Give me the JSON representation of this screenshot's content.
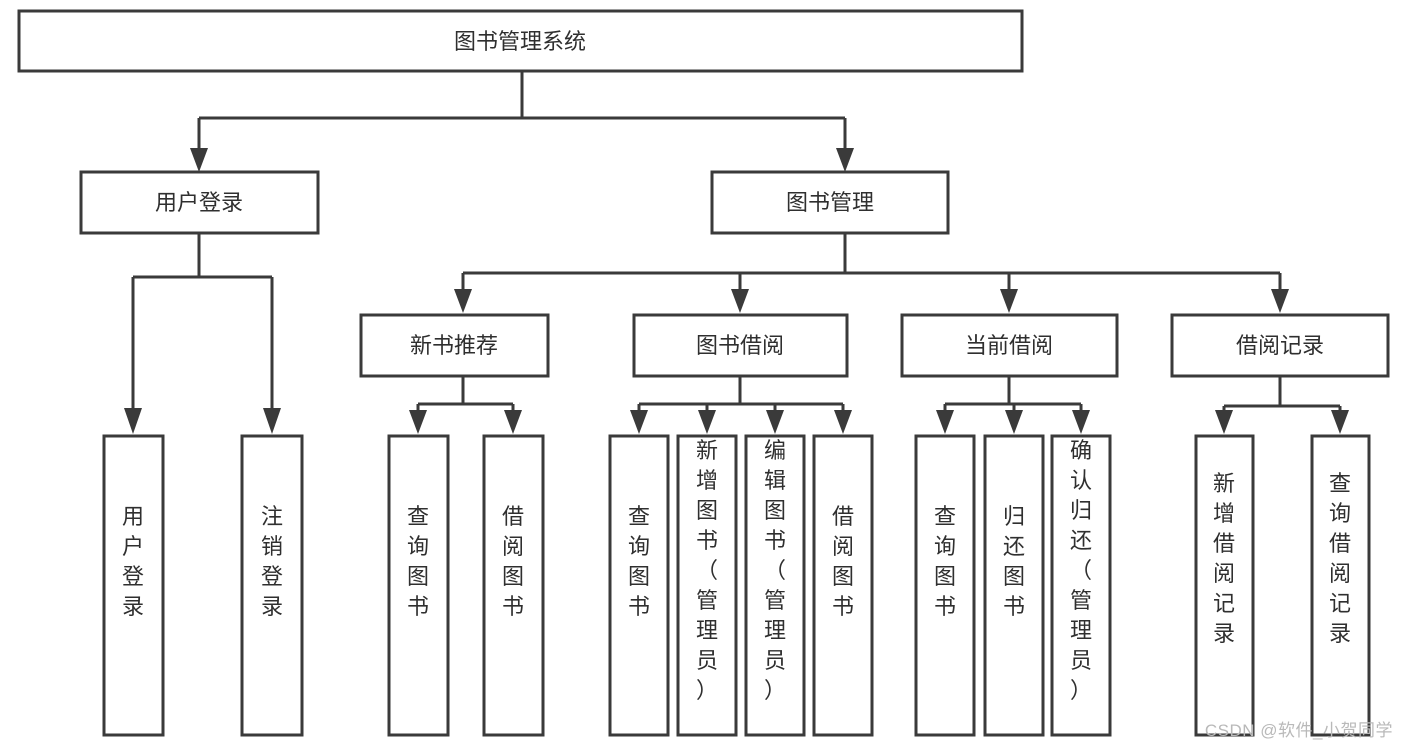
{
  "diagram": {
    "type": "tree",
    "title": "图书管理系统",
    "watermark": "CSDN @软件_小贺同学",
    "colors": {
      "box_stroke": "#3a3a3a",
      "box_fill": "#ffffff",
      "text": "#2f2f2f",
      "connector": "#3a3a3a",
      "watermark": "#b9b9b9",
      "background": "#ffffff"
    },
    "levels": {
      "root": {
        "label": "图书管理系统"
      },
      "level2": [
        {
          "label": "用户登录"
        },
        {
          "label": "图书管理"
        }
      ],
      "level3": [
        {
          "label": "新书推荐"
        },
        {
          "label": "图书借阅"
        },
        {
          "label": "当前借阅"
        },
        {
          "label": "借阅记录"
        }
      ],
      "leaves": [
        {
          "label": "用户登录",
          "parent": "用户登录"
        },
        {
          "label": "注销登录",
          "parent": "用户登录"
        },
        {
          "label": "查询图书",
          "parent": "新书推荐"
        },
        {
          "label": "借阅图书",
          "parent": "新书推荐"
        },
        {
          "label": "查询图书",
          "parent": "图书借阅"
        },
        {
          "label": "新增图书（管理员）",
          "parent": "图书借阅"
        },
        {
          "label": "编辑图书（管理员）",
          "parent": "图书借阅"
        },
        {
          "label": "借阅图书",
          "parent": "图书借阅"
        },
        {
          "label": "查询图书",
          "parent": "当前借阅"
        },
        {
          "label": "归还图书",
          "parent": "当前借阅"
        },
        {
          "label": "确认归还（管理员）",
          "parent": "当前借阅"
        },
        {
          "label": "新增借阅记录",
          "parent": "借阅记录"
        },
        {
          "label": "查询借阅记录",
          "parent": "借阅记录"
        }
      ]
    }
  }
}
